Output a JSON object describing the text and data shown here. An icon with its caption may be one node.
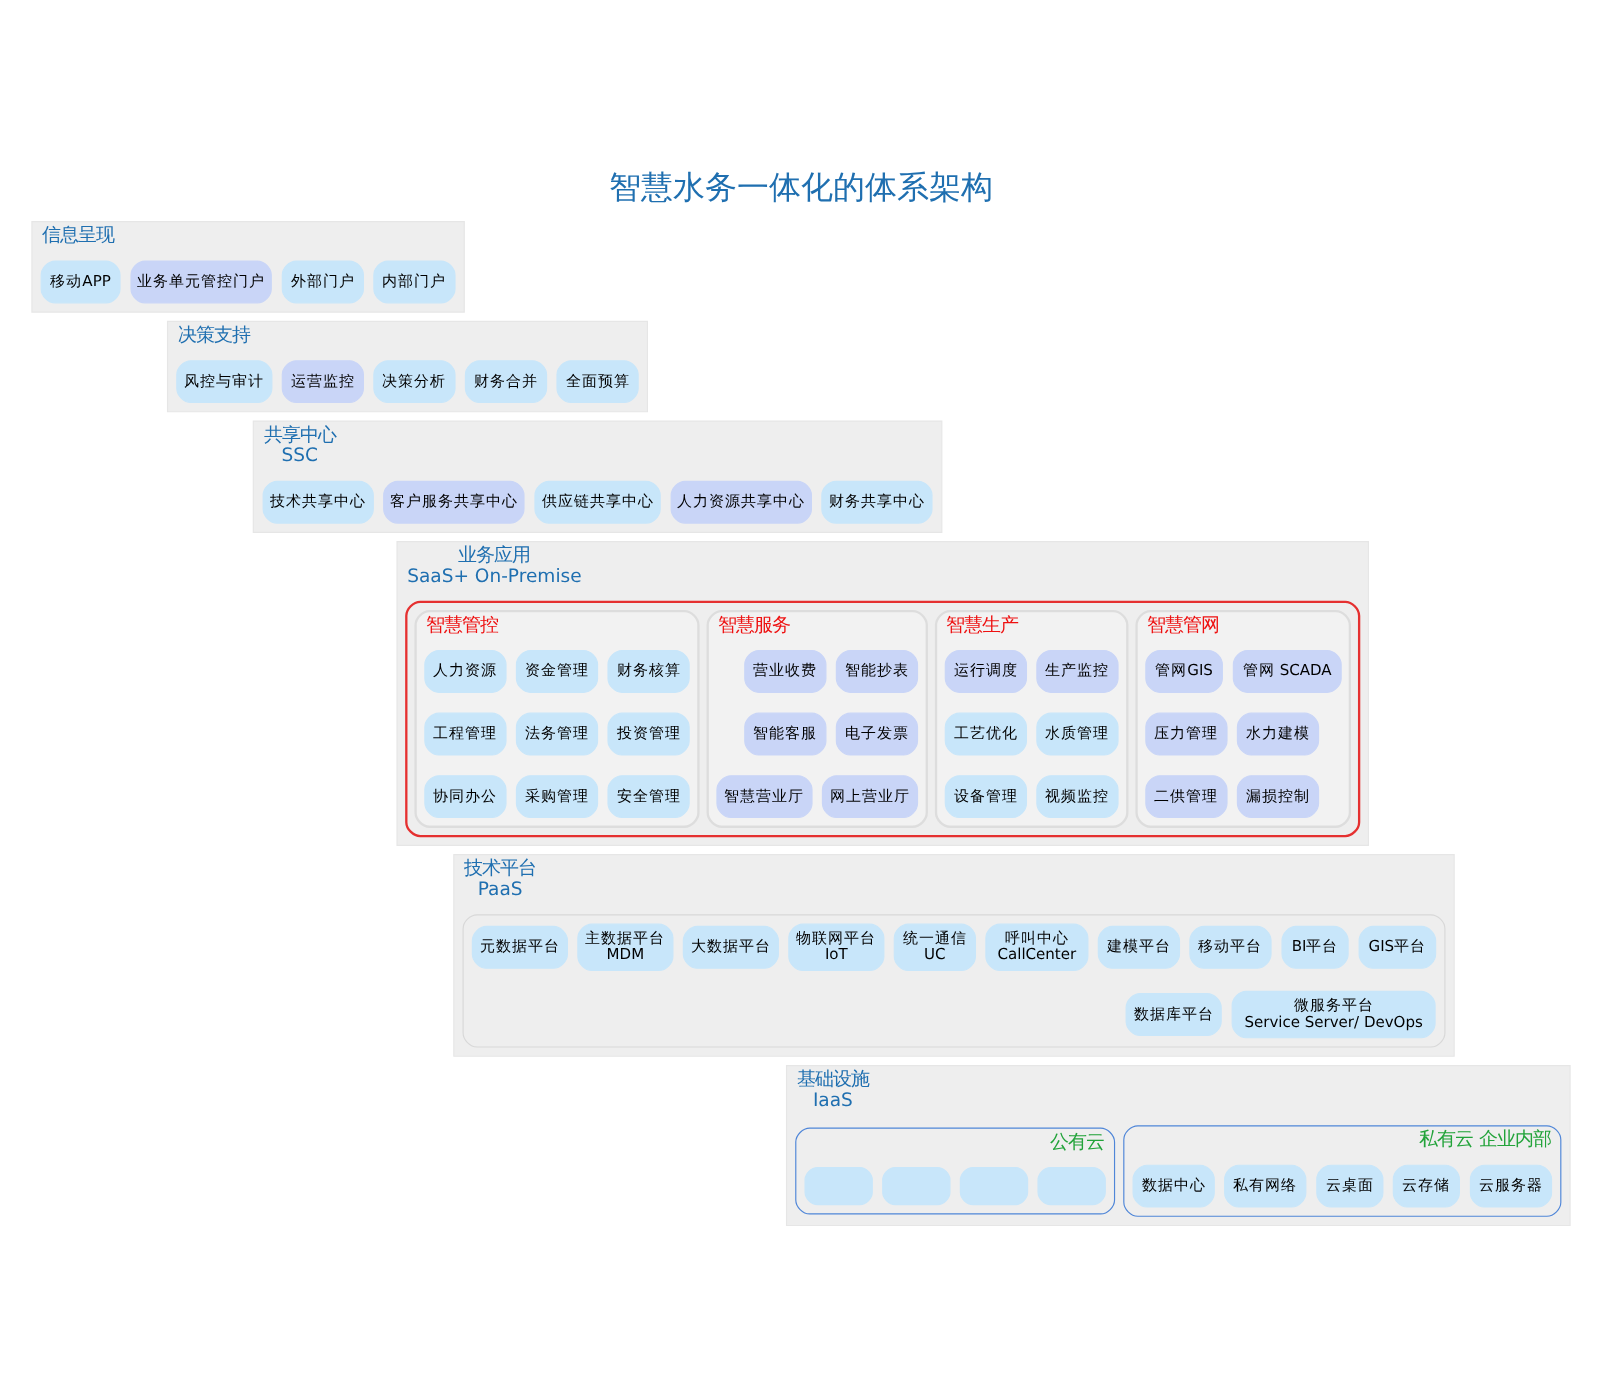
{
  "diagram": {
    "title": "智慧水务一体化的体系架构",
    "nodes": [
      {
        "text": [
          "信息呈现"
        ]
      },
      {
        "text": [
          "内部门户"
        ],
        "in": 0
      },
      {
        "text": [
          "外部门户"
        ],
        "in": 0
      },
      {
        "text": [
          "业务单元管控门户"
        ],
        "in": 0
      },
      {
        "text": [
          "移动APP"
        ],
        "in": 0
      },
      {
        "text": [
          "决策支持"
        ]
      },
      {
        "text": [
          "全面预算"
        ],
        "in": 5
      },
      {
        "text": [
          "财务合并"
        ],
        "in": 5
      },
      {
        "text": [
          "决策分析"
        ],
        "in": 5
      },
      {
        "text": [
          "运营监控"
        ],
        "in": 5
      },
      {
        "text": [
          "风控与审计"
        ],
        "in": 5
      },
      {
        "text": [
          "共享中心",
          "SSC"
        ]
      },
      {
        "text": [
          "财务共享中心"
        ],
        "in": 11
      },
      {
        "text": [
          "人力资源共享中心"
        ],
        "in": 11
      },
      {
        "text": [
          "供应链共享中心"
        ],
        "in": 11
      },
      {
        "text": [
          "客户服务共享中心"
        ],
        "in": 11
      },
      {
        "text": [
          "技术共享中心"
        ],
        "in": 11
      },
      {
        "text": [
          "业务应用",
          "SaaS+ On-Premise"
        ]
      },
      {
        "text": [],
        "shape": "box",
        "in": 17
      },
      {
        "text": [
          "智慧生产"
        ],
        "in": 18
      },
      {
        "text": [
          "生产监控"
        ],
        "in": 19
      },
      {
        "text": [
          "运行调度"
        ],
        "in": 19
      },
      {
        "text": [
          "工艺优化"
        ],
        "in": 19
      },
      {
        "text": [
          "水质管理"
        ],
        "in": 19
      },
      {
        "text": [
          "设备管理"
        ],
        "in": 19
      },
      {
        "text": [
          "视频监控"
        ],
        "in": 19
      },
      {
        "text": [
          "智慧管网"
        ],
        "in": 18
      },
      {
        "text": [
          "管网 SCADA"
        ],
        "in": 26
      },
      {
        "text": [
          "管网GIS"
        ],
        "in": 26
      },
      {
        "text": [
          "水力建模"
        ],
        "in": 26
      },
      {
        "text": [
          "压力管理"
        ],
        "in": 26
      },
      {
        "text": [
          "漏损控制"
        ],
        "in": 26
      },
      {
        "text": [
          "二供管理"
        ],
        "in": 26
      },
      {
        "text": [
          "智慧服务"
        ],
        "in": 18
      },
      {
        "text": [
          "智能抄表"
        ],
        "in": 33
      },
      {
        "text": [
          "营业收费"
        ],
        "in": 33
      },
      {
        "text": [
          "电子发票"
        ],
        "in": 33
      },
      {
        "text": [
          "智能客服"
        ],
        "in": 33
      },
      {
        "text": [
          "网上营业厅"
        ],
        "in": 33
      },
      {
        "text": [
          "智慧营业厅"
        ],
        "in": 33
      },
      {
        "text": [
          "智慧管控"
        ],
        "in": 18
      },
      {
        "text": [
          "财务核算"
        ],
        "in": 40
      },
      {
        "text": [
          "资金管理"
        ],
        "in": 40
      },
      {
        "text": [
          "人力资源"
        ],
        "in": 40
      },
      {
        "text": [
          "投资管理"
        ],
        "in": 40
      },
      {
        "text": [
          "法务管理"
        ],
        "in": 40
      },
      {
        "text": [
          "工程管理"
        ],
        "in": 40
      },
      {
        "text": [
          "安全管理"
        ],
        "in": 40
      },
      {
        "text": [
          "采购管理"
        ],
        "in": 40
      },
      {
        "text": [
          "协同办公"
        ],
        "in": 40
      },
      {
        "text": [
          "技术平台",
          "PaaS"
        ]
      },
      {
        "text": [],
        "shape": "box",
        "in": 50
      },
      {
        "text": [
          "GIS平台"
        ],
        "in": 51
      },
      {
        "text": [
          "BI平台"
        ],
        "in": 51
      },
      {
        "text": [
          "移动平台"
        ],
        "in": 51
      },
      {
        "text": [
          "建模平台"
        ],
        "in": 51
      },
      {
        "text": [
          "呼叫中心",
          "CallCenter"
        ],
        "in": 51
      },
      {
        "text": [
          "统一通信",
          "UC"
        ],
        "in": 51
      },
      {
        "text": [
          "物联网平台",
          "IoT"
        ],
        "in": 51
      },
      {
        "text": [
          "大数据平台"
        ],
        "in": 51
      },
      {
        "text": [
          "主数据平台",
          "MDM"
        ],
        "in": 51
      },
      {
        "text": [
          "元数据平台"
        ],
        "in": 51
      },
      {
        "text": [
          "数据库平台"
        ],
        "in": 51
      },
      {
        "text": [
          "微服务平台",
          "Service Server/ DevOps"
        ],
        "in": 51
      },
      {
        "text": [
          "基础设施",
          "IaaS"
        ]
      },
      {
        "text": [
          "私有云 企业内部"
        ],
        "in": 64
      },
      {
        "text": [
          "云服务器"
        ],
        "in": 65
      },
      {
        "text": [
          "云存储"
        ],
        "in": 65
      },
      {
        "text": [
          "云桌面"
        ],
        "in": 65
      },
      {
        "text": [
          "私有网络"
        ],
        "in": 65
      },
      {
        "text": [
          "数据中心"
        ],
        "in": 65
      },
      {
        "text": [
          "公有云"
        ],
        "in": 64
      },
      {
        "text": [],
        "shape": "box",
        "in": 71
      },
      {
        "text": [],
        "shape": "box",
        "in": 71
      },
      {
        "text": [],
        "shape": "box",
        "in": 71
      },
      {
        "text": [],
        "shape": "box",
        "in": 71
      }
    ]
  }
}
